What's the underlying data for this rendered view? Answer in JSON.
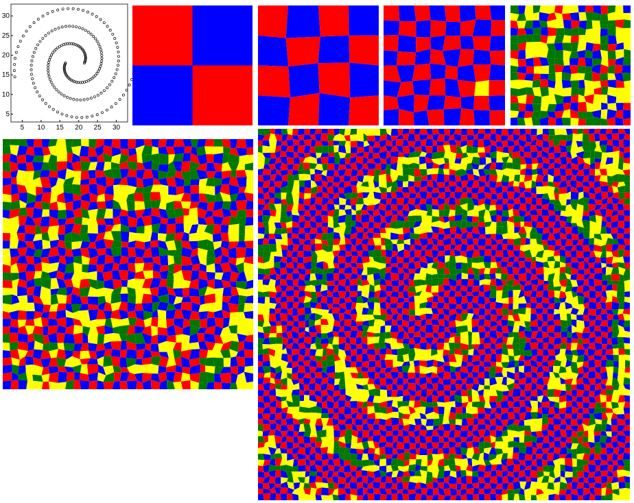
{
  "colors": {
    "red": "#ff0000",
    "blue": "#0000ff",
    "yellow": "#ffff00",
    "green": "#007700",
    "marker": "#000000"
  },
  "chart_data": {
    "type": "scatter",
    "title": "",
    "xlabel": "",
    "ylabel": "",
    "xlim": [
      2,
      33
    ],
    "ylim": [
      3,
      33
    ],
    "x_ticks": [
      "5",
      "10",
      "15",
      "20",
      "25",
      "30"
    ],
    "y_ticks": [
      "5",
      "10",
      "15",
      "20",
      "25",
      "30"
    ],
    "marker": "circle-open",
    "series": [
      {
        "spiral": "arm-1",
        "start": [
          16.5,
          15
        ],
        "end": [
          1.5,
          10
        ]
      },
      {
        "spiral": "arm-2",
        "start": [
          22,
          15
        ],
        "end": [
          33,
          8
        ]
      }
    ]
  },
  "panels": [
    {
      "name": "checker-2x2",
      "grid": 2,
      "warp": 0
    },
    {
      "name": "checker-4x4",
      "grid": 4,
      "warp": 0.1
    },
    {
      "name": "checker-8x8",
      "grid": 8,
      "warp": 0.15,
      "highlight": "yellow-cell"
    },
    {
      "name": "checker-16x16",
      "grid": 16,
      "warp": 0.2,
      "highlight": "spiral-small"
    },
    {
      "name": "checker-32x32",
      "grid": 32,
      "warp": 0.25,
      "highlight": "spiral-medium"
    },
    {
      "name": "checker-64x64",
      "grid": 64,
      "warp": 0.25,
      "highlight": "spiral-large"
    }
  ]
}
